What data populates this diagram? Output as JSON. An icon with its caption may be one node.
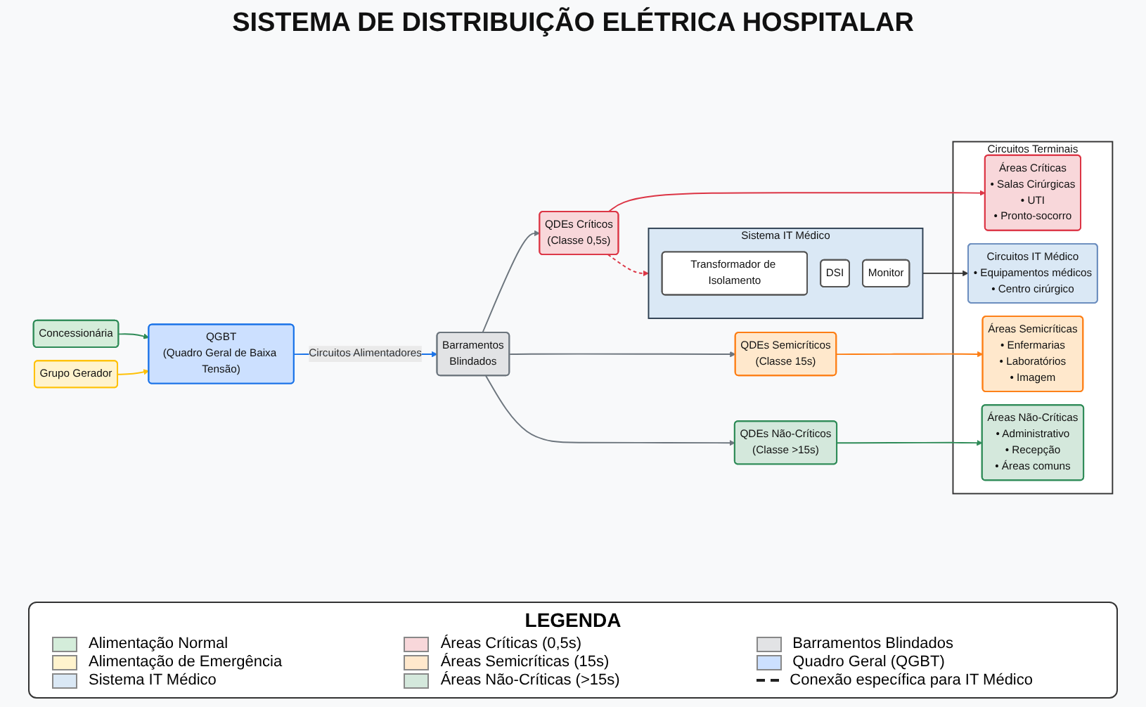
{
  "diagram": {
    "title": "SISTEMA DE DISTRIBUIÇÃO ELÉTRICA HOSPITALAR",
    "nodes": [
      {
        "text": [
          "Concessionária"
        ]
      },
      {
        "text": [
          "Grupo Gerador"
        ]
      },
      {
        "text": [
          "QGBT",
          "(Quadro Geral de Baixa Tensão)"
        ]
      },
      {
        "text": [
          "Barramentos",
          "Blindados"
        ]
      },
      {
        "text": [
          "QDEs Críticos",
          "(Classe 0,5s)"
        ]
      },
      {
        "text": [
          "QDEs Semicríticos",
          "(Classe 15s)"
        ]
      },
      {
        "text": [
          "QDEs Não-Críticos",
          "(Classe >15s)"
        ]
      },
      {
        "text": [
          "Sistema IT Médico"
        ]
      },
      {
        "text": [
          "Transformador de Isolamento"
        ],
        "in": 7
      },
      {
        "text": [
          "DSI"
        ],
        "in": 7
      },
      {
        "text": [
          "Monitor"
        ],
        "in": 7
      },
      {
        "text": [
          "Circuitos Terminais"
        ]
      },
      {
        "text": [
          "Áreas Críticas",
          "• Salas Cirúrgicas",
          "• UTI",
          "• Pronto-socorro"
        ],
        "in": 11
      },
      {
        "text": [
          "Áreas Semicríticas",
          "• Enfermarias",
          "• Laboratórios",
          "• Imagem"
        ],
        "in": 11
      },
      {
        "text": [
          "Áreas Não-Críticas",
          "• Administrativo",
          "• Recepção",
          "• Áreas comuns"
        ],
        "in": 11
      },
      {
        "text": [
          "Circuitos IT Médico",
          "• Equipamentos médicos",
          "• Centro cirúrgico"
        ],
        "in": 11
      }
    ],
    "edges": [
      {
        "from": 0,
        "to": 2,
        "arrow": "to",
        "color": "#2e8b57"
      },
      {
        "from": 1,
        "to": 2,
        "arrow": "to",
        "color": "#ffc107"
      },
      {
        "from": 2,
        "to": 3,
        "arrow": "to",
        "label": "Circuitos Alimentadores",
        "color": "#1a73e8"
      },
      {
        "from": 3,
        "to": 4,
        "arrow": "to"
      },
      {
        "from": 3,
        "to": 5,
        "arrow": "to"
      },
      {
        "from": 3,
        "to": 6,
        "arrow": "to"
      },
      {
        "from": 4,
        "to": 7,
        "arrow": "to",
        "style": "dashed",
        "color": "#dc3545"
      },
      {
        "from": 4,
        "to": 12,
        "arrow": "to",
        "color": "#dc3545"
      },
      {
        "from": 5,
        "to": 13,
        "arrow": "to",
        "color": "#fd7e14"
      },
      {
        "from": 6,
        "to": 14,
        "arrow": "to",
        "color": "#2e8b57"
      },
      {
        "from": 7,
        "to": 15,
        "arrow": "to",
        "color": "#333333"
      }
    ],
    "labels": [
      "LEGENDA"
    ],
    "legend": [
      {
        "text": "Alimentação Normal",
        "color": "#d4edda"
      },
      {
        "text": "Alimentação de Emergência",
        "color": "#fff3cd"
      },
      {
        "text": "Sistema IT Médico",
        "color": "#dae8f5"
      },
      {
        "text": "Áreas Críticas (0,5s)",
        "color": "#f8d7da"
      },
      {
        "text": "Áreas Semicríticas (15s)",
        "color": "#ffe8cc"
      },
      {
        "text": "Áreas Não-Críticas (>15s)",
        "color": "#d4e8dc"
      },
      {
        "text": "Barramentos Blindados",
        "color": "#e2e3e5"
      },
      {
        "text": "Quadro Geral (QGBT)",
        "color": "#cce0ff"
      },
      {
        "text": "Conexão específica para IT Médico"
      }
    ]
  }
}
